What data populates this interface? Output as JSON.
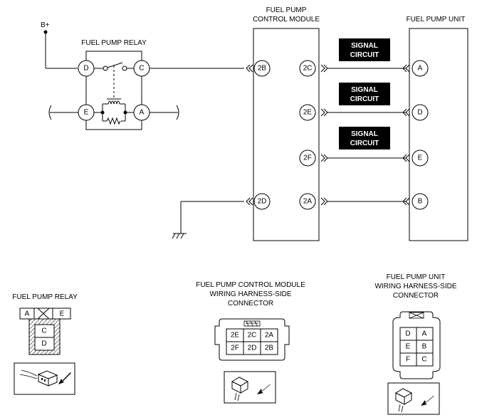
{
  "labels": {
    "b_plus": "B+",
    "fuel_pump_relay": "FUEL PUMP RELAY",
    "fpcm_line1": "FUEL PUMP",
    "fpcm_line2": "CONTROL MODULE",
    "fuel_pump_unit": "FUEL PUMP UNIT",
    "signal_line1": "SIGNAL",
    "signal_line2": "CIRCUIT"
  },
  "relay_pins": {
    "D": "D",
    "C": "C",
    "E": "E",
    "A": "A"
  },
  "fpcm_pins": {
    "p2B": "2B",
    "p2D": "2D",
    "p2C": "2C",
    "p2E": "2E",
    "p2F": "2F",
    "p2A": "2A"
  },
  "unit_pins": {
    "A": "A",
    "D": "D",
    "E": "E",
    "B": "B"
  },
  "bottom": {
    "relay_title": "FUEL PUMP RELAY",
    "relay_cells": {
      "A": "A",
      "E": "E",
      "C": "C",
      "D": "D"
    },
    "fpcm_title1": "FUEL PUMP CONTROL MODULE",
    "fpcm_title2": "WIRING HARNESS-SIDE",
    "fpcm_title3": "CONNECTOR",
    "fpcm_cells": {
      "r1c1": "2E",
      "r1c2": "2C",
      "r1c3": "2A",
      "r2c1": "2F",
      "r2c2": "2D",
      "r2c3": "2B"
    },
    "unit_title1": "FUEL PUMP UNIT",
    "unit_title2": "WIRING HARNESS-SIDE",
    "unit_title3": "CONNECTOR",
    "unit_cells": {
      "r1c1": "D",
      "r1c2": "A",
      "r2c1": "E",
      "r2c2": "B",
      "r3c1": "F",
      "r3c2": "C"
    }
  }
}
